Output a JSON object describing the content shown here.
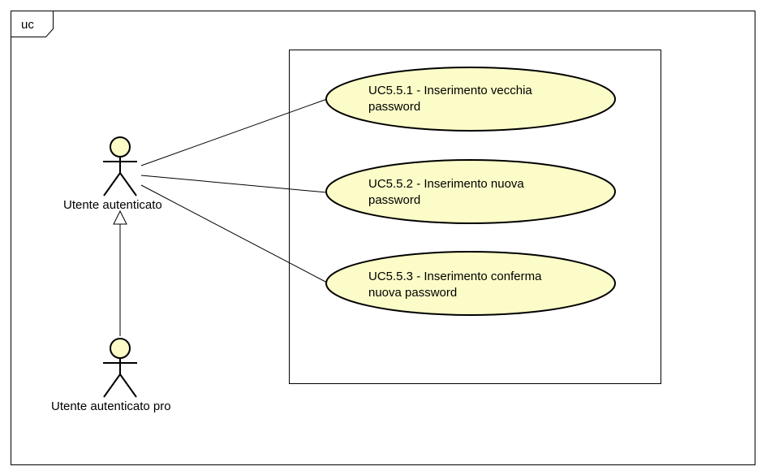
{
  "frame": {
    "tag": "uc"
  },
  "colors": {
    "usecase_fill": "#fcfcc8",
    "actor_fill": "#fcfcc8",
    "stroke": "#000000",
    "background": "#ffffff"
  },
  "actors": [
    {
      "id": "utente-autenticato",
      "label": "Utente autenticato"
    },
    {
      "id": "utente-autenticato-pro",
      "label": "Utente autenticato pro"
    }
  ],
  "usecases": [
    {
      "id": "uc551",
      "lines": [
        "UC5.5.1 - Inserimento vecchia",
        "password"
      ]
    },
    {
      "id": "uc552",
      "lines": [
        "UC5.5.2 - Inserimento nuova",
        "password"
      ]
    },
    {
      "id": "uc553",
      "lines": [
        "UC5.5.3 - Inserimento conferma",
        "nuova password"
      ]
    }
  ],
  "relations": [
    {
      "type": "association",
      "from": "utente-autenticato",
      "to": "uc551"
    },
    {
      "type": "association",
      "from": "utente-autenticato",
      "to": "uc552"
    },
    {
      "type": "association",
      "from": "utente-autenticato",
      "to": "uc553"
    },
    {
      "type": "generalization",
      "from": "utente-autenticato-pro",
      "to": "utente-autenticato"
    }
  ]
}
